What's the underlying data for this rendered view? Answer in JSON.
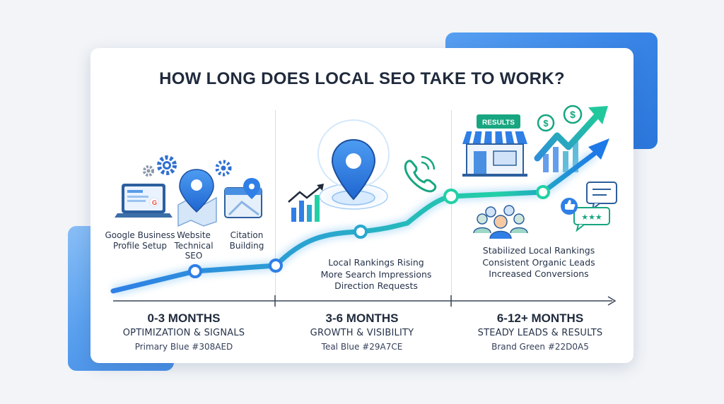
{
  "title": "HOW LONG DOES LOCAL SEO TAKE TO WORK?",
  "stage1": {
    "items": [
      {
        "line1": "Google Business",
        "line2": "Profile Setup"
      },
      {
        "line1": "Website",
        "line2": "Technical",
        "line3": "SEO"
      },
      {
        "line1": "Citation",
        "line2": "Building"
      }
    ]
  },
  "stage2": {
    "items": [
      "Local Rankings Rising",
      "More Search Impressions",
      "Direction Requests"
    ]
  },
  "stage3": {
    "sign": "RESULTS",
    "items": [
      "Stabilized Local Rankings",
      "Consistent Organic Leads",
      "Increased Conversions"
    ]
  },
  "phases": [
    {
      "title": "0-3 MONTHS",
      "subtitle": "OPTIMIZATION & SIGNALS",
      "caption": "Primary Blue #308AED"
    },
    {
      "title": "3-6 MONTHS",
      "subtitle": "GROWTH & VISIBILITY",
      "caption": "Teal Blue #29A7CE"
    },
    {
      "title": "6-12+ MONTHS",
      "subtitle": "STEADY LEADS & RESULTS",
      "caption": "Brand Green #22D0A5"
    }
  ],
  "colors": {
    "primary_blue": "#308AED",
    "teal_blue": "#29A7CE",
    "brand_green": "#22D0A5",
    "text_dark": "#1F2A3C"
  },
  "icons": [
    "gear-icon",
    "laptop-google-icon",
    "location-pin-map-icon",
    "store-map-icon",
    "bar-chart-up-icon",
    "location-pin-radar-icon",
    "phone-ringing-icon",
    "storefront-icon",
    "dollar-coin-icon",
    "rising-arrow-chart-icon",
    "chat-bubble-icon",
    "star-rating-bubble-icon",
    "like-icon",
    "customers-group-icon"
  ]
}
